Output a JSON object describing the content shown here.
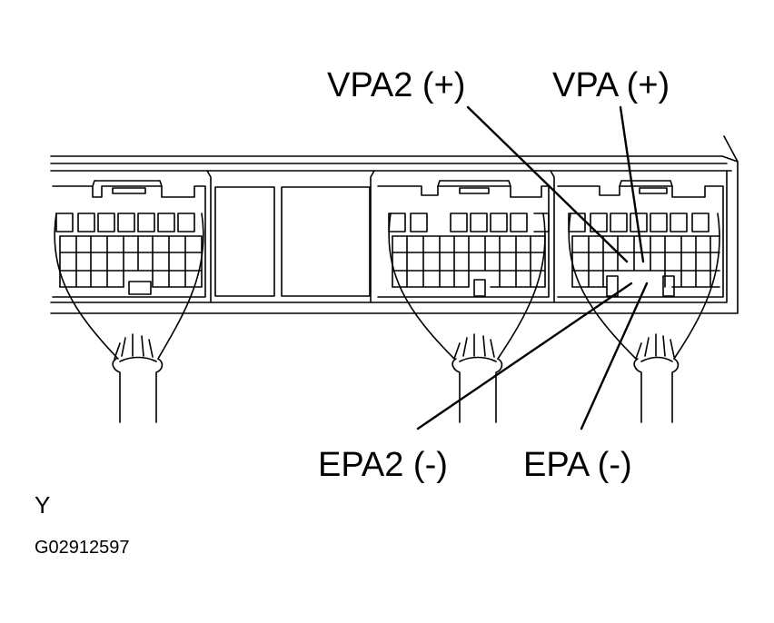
{
  "labels": {
    "vpa2": "VPA2 (+)",
    "vpa": "VPA (+)",
    "epa2": "EPA2  (-)",
    "epa": "EPA  (-)"
  },
  "footer": {
    "connector_letter": "Y",
    "figure_code": "G02912597"
  },
  "colors": {
    "ink": "#000000",
    "background": "#ffffff"
  }
}
